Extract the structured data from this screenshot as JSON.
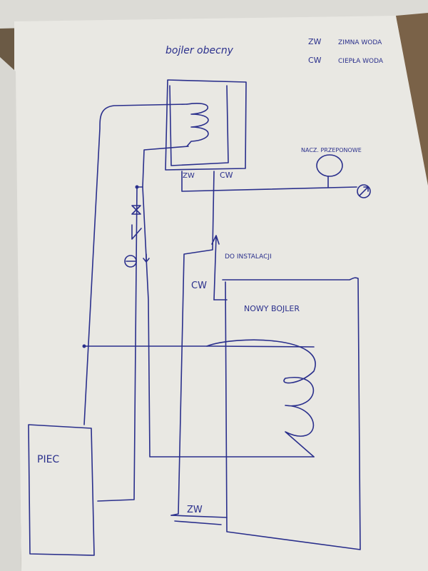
{
  "title": "bojler obecny",
  "legend": [
    {
      "code": "ZW",
      "label": "ZIMNA WODA"
    },
    {
      "code": "CW",
      "label": "CIEPŁA WODA"
    }
  ],
  "labels": {
    "expansion_vessel": "NACZ. PRZEPONOWE",
    "old_boiler_zw": "ZW",
    "old_boiler_cw": "CW",
    "to_installation": "DO INSTALACJI",
    "new_boiler_cw": "CW",
    "new_boiler": "NOWY BOJLER",
    "furnace": "PIEC",
    "new_boiler_zw": "ZW"
  },
  "colors": {
    "ink": "#2a2f8c",
    "paper": "#e9e8e3",
    "background": "#6b5a45"
  }
}
